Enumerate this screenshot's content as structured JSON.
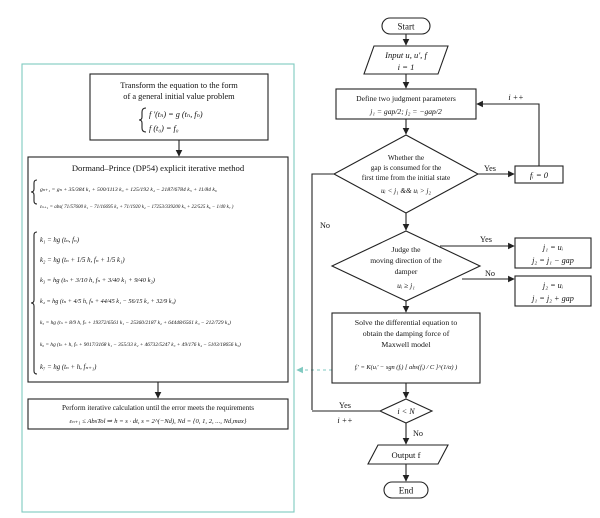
{
  "nodes": {
    "start": "Start",
    "input": [
      "Input u, u', f",
      "i = 1"
    ],
    "define": [
      "Define two judgment parameters",
      "j₁ = gap/2; j₂ = −gap/2"
    ],
    "whether": [
      "Whether the",
      "gap is consumed for the",
      "first time from the initial state",
      "uᵢ < j₁ && uᵢ > j₂"
    ],
    "f0": "fᵢ = 0",
    "judge": [
      "Judge the",
      "moving direction of the",
      "damper",
      "uᵢ ≥ j₁"
    ],
    "updYes": [
      "j₁ = uᵢ",
      "j₂ = j₁ − gap"
    ],
    "updNo": [
      "j₂ = uᵢ",
      "j₁ = j₂ + gap"
    ],
    "solve": [
      "Solve the differential equation to",
      "obtain the damping force of",
      "Maxwell model",
      "fᵢ' = K(uᵢ' − sgn (fᵢ) [ abs(fᵢ) / C ]^(1/α) )"
    ],
    "cond": "i < N",
    "output": "Output f",
    "end": "End"
  },
  "edge_labels": {
    "yes1": "Yes",
    "no1": "No",
    "yes2": "Yes",
    "no2": "No",
    "yes3": "Yes",
    "no3": "No",
    "inc1": "i ++",
    "inc2": "i ++"
  },
  "panel": {
    "transform": [
      "Transform the equation to the form",
      "of a general initial value problem"
    ],
    "ivp": [
      "f '(tₙ) = g (tₙ, fₙ)",
      "f (t₀) = f₀"
    ],
    "dp_title": "Dormand–Prince (DP54) explicit iterative method",
    "g_eq": "gₙ₊₁ = gₙ + 35/384 k₁ + 500/1113 k₃ + 125/192 k₄ − 2187/6784 k₅ + 11/84 k₆",
    "e_eq": "εₙ₊₁ = abs( 71/57600 k₁ − 71/16695 k₃ + 71/1920 k₄ − 17253/339200 k₅ + 22/525 k₆ − 1/40 k₇ )",
    "k": [
      "k₁ = hg (tₙ, fₙ)",
      "k₂ = hg (tₙ + 1/5 h, fₙ + 1/5 k₁)",
      "k₃ = hg (tₙ + 3/10 h, fₙ + 3/40 k₁ + 9/40 k₂)",
      "k₄ = hg (tₙ + 4/5 h, fₙ + 44/45 k₁ − 56/15 k₂ + 32/9 k₃)",
      "k₅ = hg (tₙ + 8/9 h, fₙ + 19372/6561 k₁ − 25360/2187 k₂ + 64448/6561 k₃ − 212/729 k₄)",
      "k₆ = hg (tₙ + h, fₙ + 9017/3168 k₁ − 355/33 k₂ + 46732/5247 k₃ + 49/176 k₄ − 5103/18656 k₅)",
      "k₇ = hg (tₙ + h, fₙ₊₁)"
    ],
    "perform": "Perform iterative calculation until the error meets the requirements",
    "perform_eq": "εₙ₊₁ ≤ AbsTol ⇒ h = s · dt, s = 2^(−Nd), Nd = {0, 1, 2, ..., Nd,max}"
  },
  "colors": {
    "panel_border": "#7fc9c0",
    "line": "#222222"
  }
}
